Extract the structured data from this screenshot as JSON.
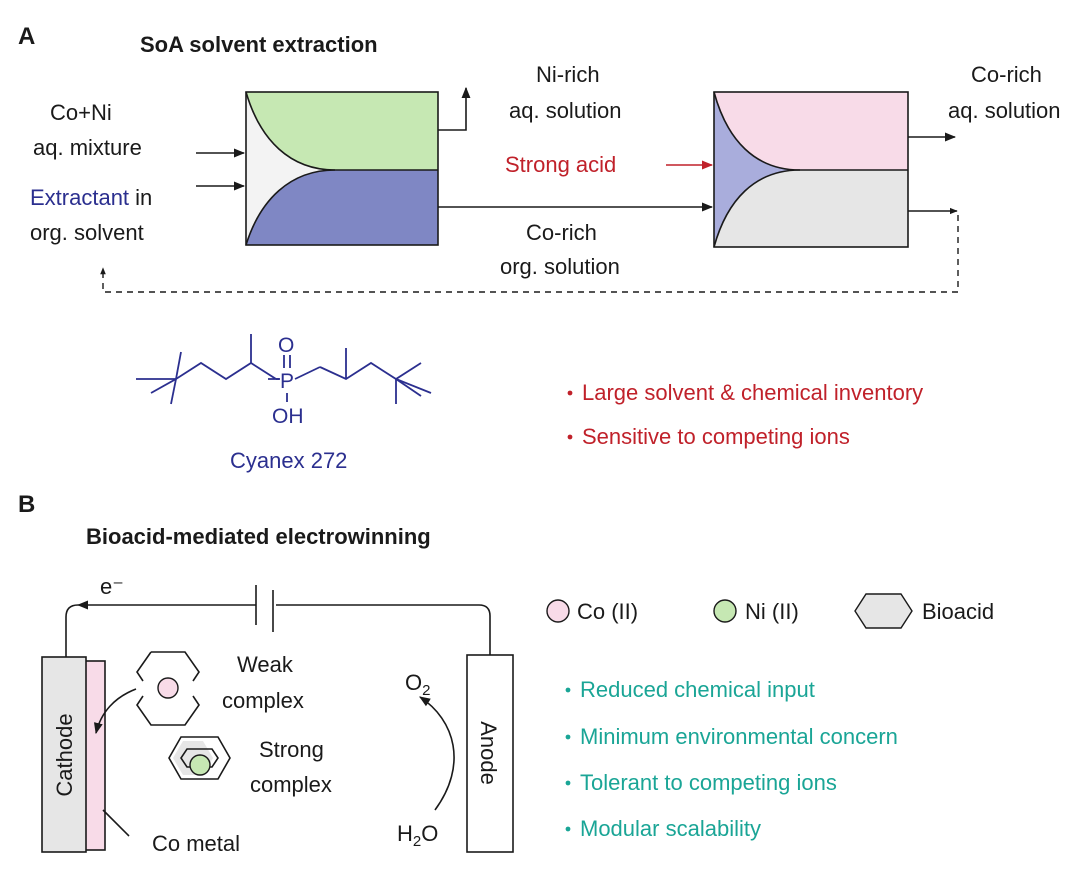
{
  "panel_a": {
    "letter": "A",
    "title": "SoA solvent extraction",
    "feed_line1": "Co+Ni",
    "feed_line2": "aq. mixture",
    "extractant_word": "Extractant",
    "extractant_rest": " in",
    "extractant_line2": "org. solvent",
    "ni_rich_line1": "Ni-rich",
    "ni_rich_line2": "aq. solution",
    "strong_acid": "Strong acid",
    "co_org_line1": "Co-rich",
    "co_org_line2": "org. solution",
    "co_aq_line1": "Co-rich",
    "co_aq_line2": "aq. solution",
    "molecule_o": "O",
    "molecule_p": "P",
    "molecule_oh": "OH",
    "molecule_name": "Cyanex 272",
    "drawbacks": [
      "Large solvent & chemical inventory",
      "Sensitive to competing ions"
    ]
  },
  "panel_b": {
    "letter": "B",
    "title": "Bioacid-mediated electrowinning",
    "electron_label": "e⁻",
    "cathode": "Cathode",
    "anode": "Anode",
    "weak_line1": "Weak",
    "weak_line2": "complex",
    "strong_line1": "Strong",
    "strong_line2": "complex",
    "co_metal": "Co metal",
    "o2": "O",
    "o2_sub": "2",
    "h2o_h": "H",
    "h2o_sub": "2",
    "h2o_o": "O",
    "legend": {
      "co": "Co (II)",
      "ni": "Ni (II)",
      "bioacid": "Bioacid"
    },
    "benefits": [
      "Reduced chemical input",
      "Minimum environmental concern",
      "Tolerant to competing ions",
      "Modular scalability"
    ]
  },
  "colors": {
    "ni_green": "#c6e8b3",
    "org_blue": "#7f87c4",
    "co_pink": "#f8dbe8",
    "light_blue": "#a9addc",
    "grey": "#e6e6e6",
    "red_text": "#c0212a",
    "teal_text": "#1aa596",
    "navy_text": "#2b2f8f"
  }
}
